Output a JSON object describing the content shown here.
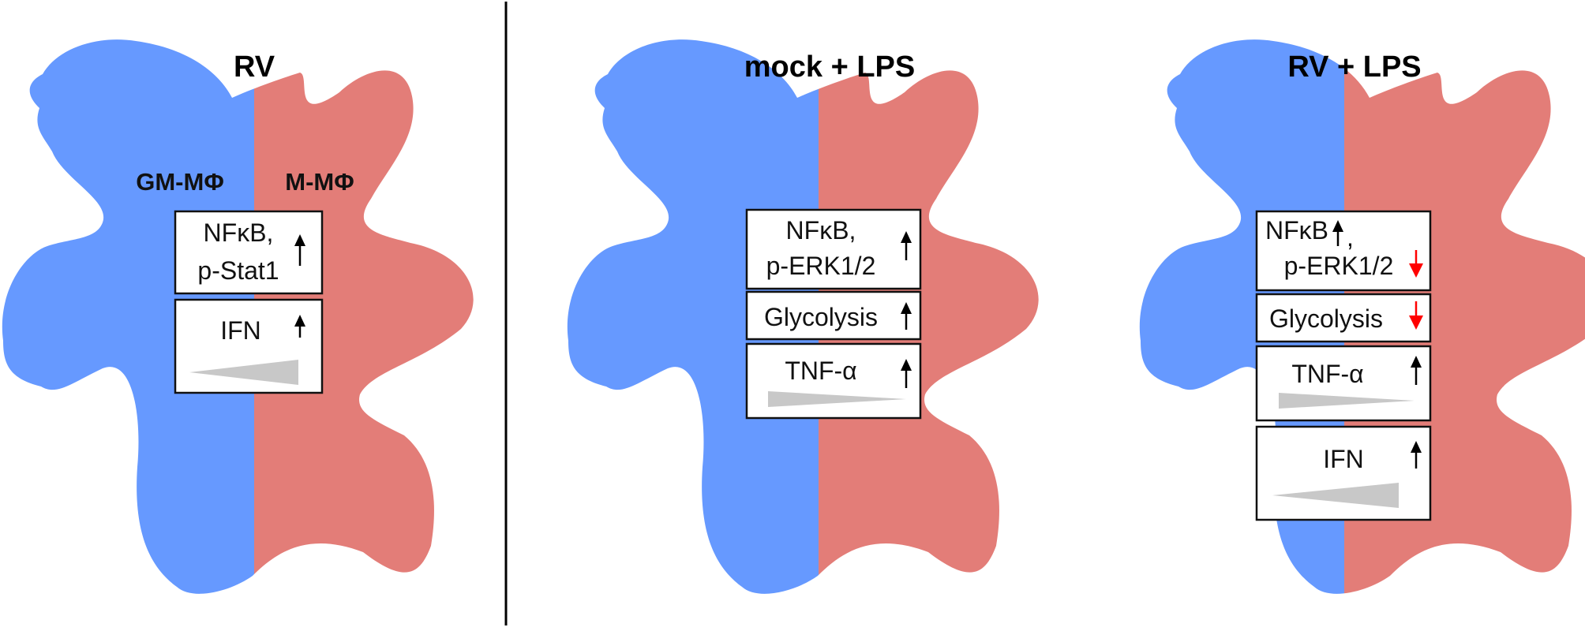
{
  "colors": {
    "gm_macrophage": "#6699FF",
    "m_macrophage": "#E37D78",
    "arrow_up": "#000000",
    "arrow_down": "#FF0000",
    "gradient_wedge": "#C8C8C8",
    "divider": "#000000"
  },
  "panels": [
    {
      "title": "RV",
      "labels": {
        "left": "GM-MΦ",
        "right": "M-MΦ"
      },
      "boxes": [
        {
          "lines": [
            "NFκB,",
            "p-Stat1"
          ],
          "arrow": "up",
          "arrow_color": "black"
        },
        {
          "lines": [
            "IFN"
          ],
          "arrow": "up",
          "arrow_color": "black",
          "wedge": "increasing"
        }
      ]
    },
    {
      "title": "mock + LPS",
      "boxes": [
        {
          "lines": [
            "NFκB,",
            "p-ERK1/2"
          ],
          "arrow": "up",
          "arrow_color": "black"
        },
        {
          "lines": [
            "Glycolysis"
          ],
          "arrow": "up",
          "arrow_color": "black"
        },
        {
          "lines": [
            "TNF-α"
          ],
          "arrow": "up",
          "arrow_color": "black",
          "wedge": "decreasing"
        }
      ]
    },
    {
      "title": "RV + LPS",
      "boxes": [
        {
          "lines": [
            "NFκB",
            "p-ERK1/2"
          ],
          "line_suffixes": [
            ",",
            ""
          ],
          "arrows": [
            "up",
            "down"
          ],
          "arrow_colors": [
            "black",
            "red"
          ]
        },
        {
          "lines": [
            "Glycolysis"
          ],
          "arrow": "down",
          "arrow_color": "red"
        },
        {
          "lines": [
            "TNF-α"
          ],
          "arrow": "up",
          "arrow_color": "black",
          "wedge": "decreasing"
        },
        {
          "lines": [
            "IFN"
          ],
          "arrow": "up",
          "arrow_color": "black",
          "wedge": "increasing"
        }
      ]
    }
  ]
}
